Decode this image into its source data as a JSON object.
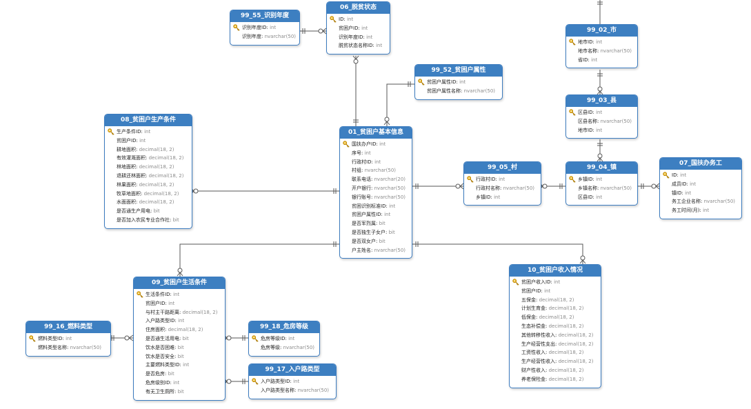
{
  "tables": [
    {
      "id": "t9955",
      "title": "99_55_识别年度",
      "columns": [
        {
          "name": "识别年度ID",
          "type": "int",
          "pk": true
        },
        {
          "name": "识别年度",
          "type": "nvarchar(50)"
        }
      ]
    },
    {
      "id": "t06",
      "title": "06_脱贫状态",
      "columns": [
        {
          "name": "ID",
          "type": "int",
          "pk": true
        },
        {
          "name": "贫困户ID",
          "type": "int"
        },
        {
          "name": "识别年度ID",
          "type": "int"
        },
        {
          "name": "脱贫状态名称ID",
          "type": "int"
        }
      ]
    },
    {
      "id": "t9902",
      "title": "99_02_市",
      "columns": [
        {
          "name": "地市ID",
          "type": "int",
          "pk": true
        },
        {
          "name": "地市名称",
          "type": "nvarchar(50)"
        },
        {
          "name": "省ID",
          "type": "int"
        }
      ]
    },
    {
      "id": "t9952",
      "title": "99_52_贫困户属性",
      "columns": [
        {
          "name": "贫困户属性ID",
          "type": "int",
          "pk": true
        },
        {
          "name": "贫困户属性名称",
          "type": "nvarchar(50)"
        }
      ]
    },
    {
      "id": "t9903",
      "title": "99_03_县",
      "columns": [
        {
          "name": "区县ID",
          "type": "int",
          "pk": true
        },
        {
          "name": "区县名称",
          "type": "nvarchar(50)"
        },
        {
          "name": "地市ID",
          "type": "int"
        }
      ]
    },
    {
      "id": "t08",
      "title": "08_贫困户生产条件",
      "columns": [
        {
          "name": "生产条件ID",
          "type": "int",
          "pk": true
        },
        {
          "name": "贫困户ID",
          "type": "int"
        },
        {
          "name": "耕地面积",
          "type": "decimal(18, 2)"
        },
        {
          "name": "有效灌溉面积",
          "type": "decimal(18, 2)"
        },
        {
          "name": "林地面积",
          "type": "decimal(18, 2)"
        },
        {
          "name": "退耕还林面积",
          "type": "decimal(18, 2)"
        },
        {
          "name": "林果面积",
          "type": "decimal(18, 2)"
        },
        {
          "name": "牧草地面积",
          "type": "decimal(18, 2)"
        },
        {
          "name": "水面面积",
          "type": "decimal(18, 2)"
        },
        {
          "name": "是否通生产用电",
          "type": "bit"
        },
        {
          "name": "是否加入农民专业合作社",
          "type": "bit"
        }
      ]
    },
    {
      "id": "t01",
      "title": "01_贫困户基本信息",
      "columns": [
        {
          "name": "国扶办户ID",
          "type": "int",
          "pk": true
        },
        {
          "name": "序号",
          "type": "int"
        },
        {
          "name": "行政村ID",
          "type": "int"
        },
        {
          "name": "村组",
          "type": "nvarchar(50)"
        },
        {
          "name": "联系电话",
          "type": "nvarchar(20)"
        },
        {
          "name": "开户银行",
          "type": "nvarchar(50)"
        },
        {
          "name": "银行账号",
          "type": "nvarchar(50)"
        },
        {
          "name": "贫困识别标准ID",
          "type": "int"
        },
        {
          "name": "贫困户属性ID",
          "type": "int"
        },
        {
          "name": "是否军烈属",
          "type": "bit"
        },
        {
          "name": "是否独生子女户",
          "type": "bit"
        },
        {
          "name": "是否双女户",
          "type": "bit"
        },
        {
          "name": "户主姓名",
          "type": "nvarchar(50)"
        }
      ]
    },
    {
      "id": "t9905",
      "title": "99_05_村",
      "columns": [
        {
          "name": "行政村ID",
          "type": "int",
          "pk": true
        },
        {
          "name": "行政村名称",
          "type": "nvarchar(50)"
        },
        {
          "name": "乡镇ID",
          "type": "int"
        }
      ]
    },
    {
      "id": "t9904",
      "title": "99_04_镇",
      "columns": [
        {
          "name": "乡镇ID",
          "type": "int",
          "pk": true
        },
        {
          "name": "乡镇名称",
          "type": "nvarchar(50)"
        },
        {
          "name": "区县ID",
          "type": "int"
        }
      ]
    },
    {
      "id": "t07",
      "title": "07_国扶办务工",
      "columns": [
        {
          "name": "ID",
          "type": "int",
          "pk": true
        },
        {
          "name": "成员ID",
          "type": "int"
        },
        {
          "name": "镇ID",
          "type": "int"
        },
        {
          "name": "务工企业名称",
          "type": "nvarchar(50)"
        },
        {
          "name": "务工时间(月)",
          "type": "int"
        }
      ]
    },
    {
      "id": "t09",
      "title": "09_贫困户生活条件",
      "columns": [
        {
          "name": "生活条件ID",
          "type": "int",
          "pk": true
        },
        {
          "name": "贫困户ID",
          "type": "int"
        },
        {
          "name": "与村主干路距离",
          "type": "decimal(18, 2)"
        },
        {
          "name": "入户路类型ID",
          "type": "int"
        },
        {
          "name": "住房面积",
          "type": "decimal(18, 2)"
        },
        {
          "name": "是否通生活用电",
          "type": "bit"
        },
        {
          "name": "饮水是否困难",
          "type": "bit"
        },
        {
          "name": "饮水是否安全",
          "type": "bit"
        },
        {
          "name": "主要燃料类型ID",
          "type": "int"
        },
        {
          "name": "是否危房",
          "type": "bit"
        },
        {
          "name": "危房级别ID",
          "type": "int"
        },
        {
          "name": "有无卫生厕所",
          "type": "bit"
        }
      ]
    },
    {
      "id": "t10",
      "title": "10_贫困户收入情况",
      "columns": [
        {
          "name": "贫困户收入ID",
          "type": "int",
          "pk": true
        },
        {
          "name": "贫困户ID",
          "type": "int"
        },
        {
          "name": "五保金",
          "type": "decimal(18, 2)"
        },
        {
          "name": "计划生育金",
          "type": "decimal(18, 2)"
        },
        {
          "name": "低保金",
          "type": "decimal(18, 2)"
        },
        {
          "name": "生态补偿金",
          "type": "decimal(18, 2)"
        },
        {
          "name": "其他转移性收入",
          "type": "decimal(18, 2)"
        },
        {
          "name": "生产经营性支出",
          "type": "decimal(18, 2)"
        },
        {
          "name": "工资性收入",
          "type": "decimal(18, 2)"
        },
        {
          "name": "生产经营性收入",
          "type": "decimal(18, 2)"
        },
        {
          "name": "财产性收入",
          "type": "decimal(18, 2)"
        },
        {
          "name": "养老保险金",
          "type": "decimal(18, 2)"
        }
      ]
    },
    {
      "id": "t9916",
      "title": "99_16_燃料类型",
      "columns": [
        {
          "name": "燃料类型ID",
          "type": "int",
          "pk": true
        },
        {
          "name": "燃料类型名称",
          "type": "nvarchar(50)"
        }
      ]
    },
    {
      "id": "t9918",
      "title": "99_18_危房等级",
      "columns": [
        {
          "name": "危房等级ID",
          "type": "int",
          "pk": true
        },
        {
          "name": "危房等级",
          "type": "nvarchar(50)"
        }
      ]
    },
    {
      "id": "t9917",
      "title": "99_17_入户路类型",
      "columns": [
        {
          "name": "入户路类型ID",
          "type": "int",
          "pk": true
        },
        {
          "name": "入户路类型名称",
          "type": "nvarchar(50)"
        }
      ]
    }
  ],
  "colors": {
    "header": "#3d7fc1",
    "border": "#3b7bbf",
    "key": "#e8b21c",
    "type_text": "#8a8a8a"
  },
  "icons": {
    "primary_key": "key-icon"
  }
}
